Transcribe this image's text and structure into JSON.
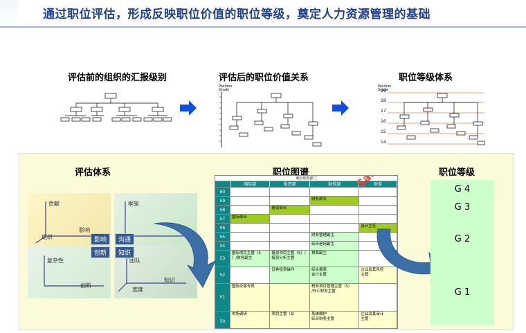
{
  "title": "通过职位评估，形成反映职位价值的职位等级，奠定人力资源管理的基础",
  "stages": {
    "before": "评估前的组织的汇报级别",
    "after": "评估后的职位价值关系",
    "grades": "职位等级体系"
  },
  "chart_labels": {
    "position_grade": "Position\nGrade",
    "grade_numbers": [
      "19",
      "18",
      "17",
      "16",
      "15",
      "14"
    ]
  },
  "sections": {
    "eval_system": "评估体系",
    "job_map": "职位图谱",
    "job_grade": "职位等级"
  },
  "eval_quadrants": [
    {
      "axis_y": "贡献",
      "axis_x": "影响",
      "axis_z": "组织",
      "tag": "影响"
    },
    {
      "axis_y": "框架",
      "axis_x": "",
      "axis_z": "",
      "tag": "沟通"
    },
    {
      "axis_y": "复杂性",
      "axis_x": "创新",
      "axis_z": "",
      "tag": "创新"
    },
    {
      "axis_y": "团队",
      "axis_x": "知识",
      "axis_z": "宽度",
      "tag": "知识"
    }
  ],
  "job_map": {
    "top_header": "某财政局部门",
    "columns": [
      "国际部",
      "投资部",
      "财务部",
      "财务"
    ],
    "rows": [
      {
        "grade": "60",
        "cells": [
          "",
          "",
          "",
          ""
        ]
      },
      {
        "grade": "59",
        "cells": [
          "",
          "",
          "财务部长",
          ""
        ]
      },
      {
        "grade": "58",
        "cells": [
          "",
          "投资部长",
          "",
          ""
        ]
      },
      {
        "grade": "57",
        "cells": [
          "国际部长",
          "",
          "",
          ""
        ]
      },
      {
        "grade": "56",
        "cells": [
          "",
          "",
          "",
          "会计主任"
        ]
      },
      {
        "grade": "55",
        "cells": [
          "",
          "",
          "财务管理副主",
          ""
        ]
      },
      {
        "grade": "54",
        "cells": [
          "",
          "",
          "综合信用副主",
          ""
        ]
      },
      {
        "grade": "53",
        "cells": [
          "国际项目主管（S\n）/财务副主",
          "投资项目主管（S）/\n投资分析主管",
          "预算副主",
          ""
        ]
      },
      {
        "grade": "52",
        "cells": [
          "",
          "证券投资操作",
          "综合报表\n会计主管",
          "企业及其风控\n主管"
        ]
      },
      {
        "grade": "51",
        "cells": [
          "国际交易专员",
          "",
          "税务项目管理主管（S）\n/外汇财务主管",
          ""
        ]
      },
      {
        "grade": "50",
        "cells": [
          "市场调研",
          "项目主管（S）",
          "系统维护\n综合财务主管",
          "企业及其审计\n主管"
        ]
      }
    ],
    "watermark": "Sample"
  },
  "levels": [
    "G 4",
    "G 3",
    "G 2",
    "G 1"
  ],
  "colors": {
    "title": "#1f3f8f",
    "arrow": "#0c4ee6",
    "panel": "#fbfbda",
    "map_header": "#0c8a8a",
    "map_green": "#9dcc1e",
    "map_light_green": "#ccffcc",
    "map_yellow": "#ffffcc",
    "levels_bg": "#ccffcc"
  }
}
